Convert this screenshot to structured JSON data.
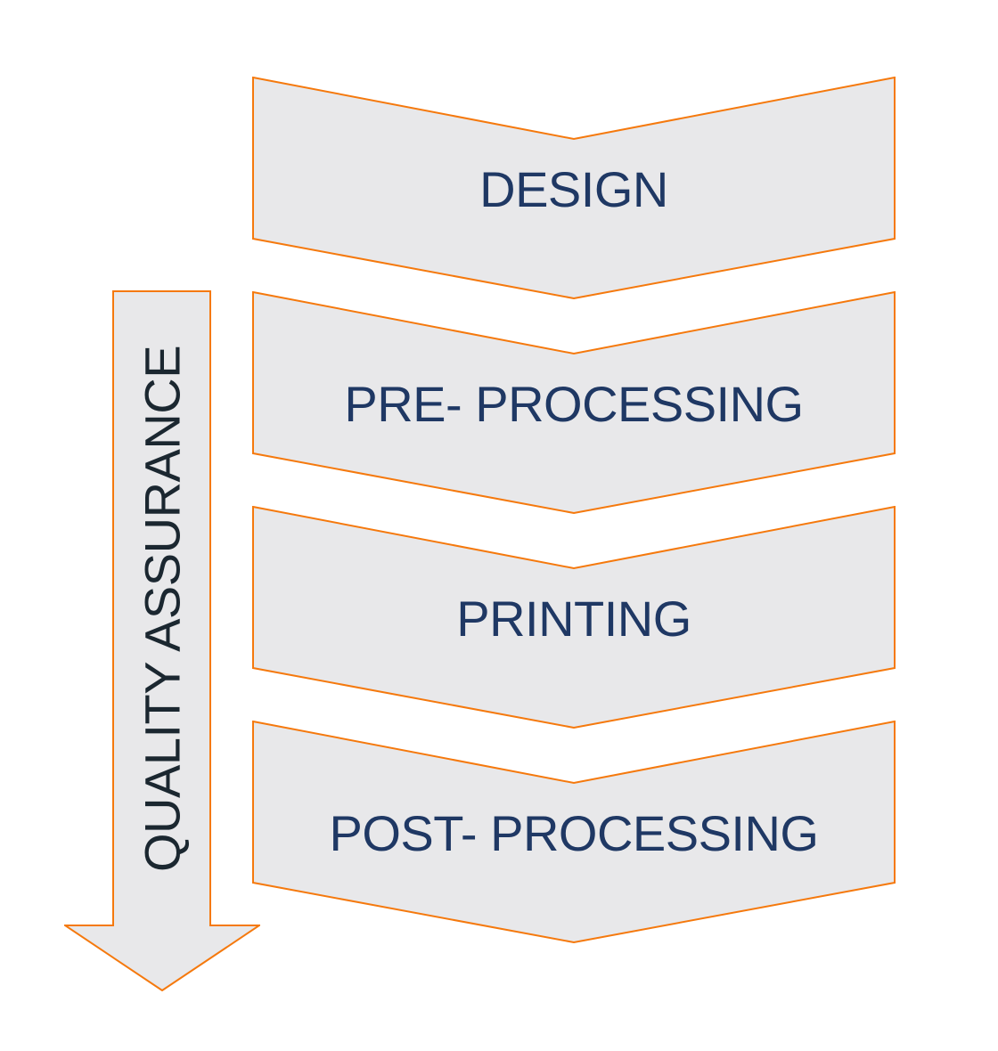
{
  "colors": {
    "shape_fill": "#E8E8EA",
    "shape_border": "#F5790D",
    "step_label_text": "#1F3864",
    "arrow_label_text": "#1B2730",
    "background": "#FFFFFF"
  },
  "steps": [
    {
      "label": "DESIGN"
    },
    {
      "label": "PRE- PROCESSING"
    },
    {
      "label": "PRINTING"
    },
    {
      "label": "POST- PROCESSING"
    }
  ],
  "side_arrow": {
    "label": "QUALITY ASSURANCE"
  }
}
